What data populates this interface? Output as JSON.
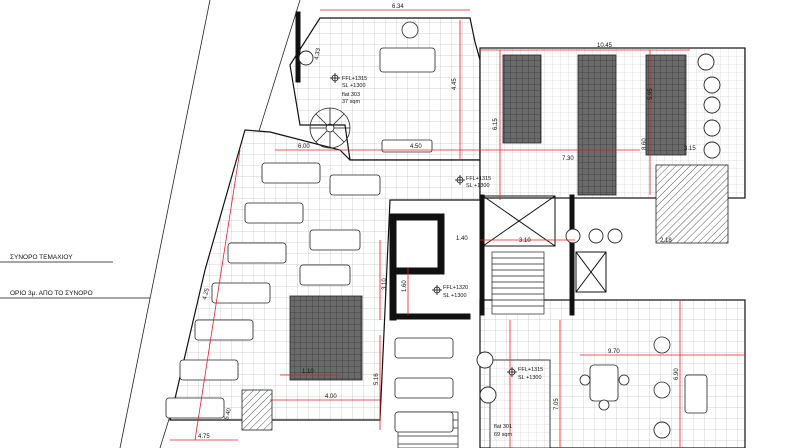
{
  "boundary_labels": {
    "plot": "ΣΥΝΟΡΟ ΤΕΜΑΧΙΟΥ",
    "offset": "ΟΡΙΟ 3μ. ΑΠΟ ΤΟ ΣΥΝΟΡΟ"
  },
  "flats": {
    "flat303": {
      "ffl": "FFL+1315",
      "sl": "SL +1300",
      "name": "flat 303",
      "area": "37 sqm"
    },
    "flat301": {
      "name": "flat 301",
      "area": "69 sqm"
    }
  },
  "levels": {
    "center": {
      "ffl": "FFL+1315",
      "sl": "SL +1300"
    },
    "stair": {
      "ffl": "FFL+1320",
      "sl": "SL +1300"
    },
    "lower": {
      "ffl": "FFL+1315",
      "sl": "SL +1300"
    }
  },
  "dims": {
    "d_634": "6.34",
    "d_1045": "10.45",
    "d_445": "4.45",
    "d_615": "6.15",
    "d_730": "7.30",
    "d_860": "8.60",
    "d_310a": "3.10",
    "d_310b": "3.10",
    "d_160": "1.60",
    "d_970": "9.70",
    "d_690": "6.90",
    "d_516": "5.16",
    "d_705": "7.05",
    "d_110": "1.10",
    "d_400": "4.00",
    "d_475": "4.75",
    "d_600": "6.00",
    "d_450": "4.50",
    "d_315": "3.15",
    "d_433": "4.33",
    "d_425": "4.25",
    "d_140": "1.40",
    "d_595": "5.95",
    "d_218": "2.18",
    "d_540": "5.40"
  },
  "colors": {
    "wall": "#111111",
    "dim": "#e0202a",
    "hatch": "#555555",
    "grid": "#9a9a9a",
    "solar": "#4a4a4a"
  }
}
